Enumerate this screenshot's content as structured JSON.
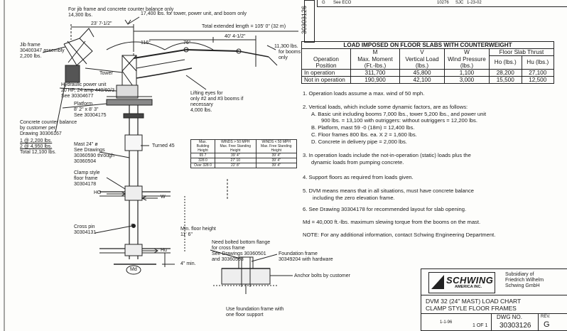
{
  "top_strip": {
    "rev": "G",
    "desc": "See ECO",
    "eco": "10276",
    "by": "SJC",
    "date": "1-23-02"
  },
  "side_number": "30303126",
  "drawing_labels": {
    "jib_balance": "For jib frame and concrete counter balance only",
    "jib_weight": "14,300 lbs.",
    "boom_weight": "17,400 lbs. for tower, power unit, and boom only",
    "dim_main": "23' 7-1/2\"",
    "extended_length": "Total extended length = 105' 0\" (32 m)",
    "dim_40": "40' 4-1/2\"",
    "dim_116": "116°",
    "dim_76": "76°",
    "jib_frame": "Jib frame",
    "jib_part": "30400347 assembly",
    "jib_lbs": "2,200 lbs.",
    "booms_weight": "11,300 lbs.",
    "booms_for": "for booms",
    "booms_only": "only",
    "tower": "Tower",
    "hydraulic": "Hydraulic power unit",
    "hydraulic_2": "20 HP, 24 amp 440/60/3",
    "hydraulic_3": "See 30304677",
    "lifting_1": "Lifting eyes for",
    "lifting_2": "only #2 and #3 booms if",
    "lifting_3": "necessary",
    "lifting_4": "4,000 lbs.",
    "platform": "Platform",
    "platform_2": "8' 2\" x 8' 3\"",
    "platform_3": "See 30304175",
    "counter_1": "Concrete counter balance",
    "counter_2": "by customer per",
    "counter_3": "Drawing 30306167",
    "counter_4": "1 @ 2,200 lbs.",
    "counter_5": "2 @ 4,950 lbs.",
    "counter_6": "Total 12,100 lbs.",
    "mast_1": "Mast 24\" ø",
    "mast_2": "See Drawings",
    "mast_3": "30360590 through",
    "mast_4": "30360504",
    "turned": "Turned 45",
    "clamp_1": "Clamp style",
    "clamp_2": "floor frame",
    "clamp_3": "30304178",
    "ho": "HO",
    "w": "W",
    "hu": "Hu",
    "md": "Md",
    "cross_1": "Cross pin",
    "cross_2": "30304131",
    "floor_h_1": "Min. floor height",
    "floor_h_2": "11' 6\"",
    "four_min": "4\" min.",
    "bolted_1": "Need bolted bottom flange",
    "bolted_2": "for cross frame",
    "bolted_3": "See Drawings 30360501",
    "bolted_4": "and 30360503",
    "found_1": "Foundation frame",
    "found_2": "30349204 with hardware",
    "anchor": "Anchor bolts by customer",
    "use_1": "Use foundation frame with",
    "use_2": "one floor support"
  },
  "wind_table": {
    "headers": [
      "Max. Building Height",
      "WINDS > 50 MPH Max. Free Standing Height",
      "WINDS < 50 MPH Max. Free Standing Height"
    ],
    "rows": [
      [
        "65 7",
        "39' 4\"",
        "39' 4\""
      ],
      [
        "328 0",
        "27' 10",
        "39' 4\""
      ],
      [
        "Over 328 0",
        "22' 8\"",
        "39' 4\""
      ]
    ]
  },
  "load_table": {
    "title": "LOAD IMPOSED ON FLOOR SLABS WITH COUNTERWEIGHT",
    "col_letters": [
      "",
      "M",
      "V",
      "W",
      "Floor Slab Thrust"
    ],
    "col_heads": [
      "Operation Position",
      "Max. Moment (Ft.-lbs.)",
      "Vertical Load (lbs.)",
      "Wind Pressure (lbs.)",
      "Ho (lbs.)",
      "Hu (lbs.)"
    ],
    "rows": [
      [
        "In operation",
        "311,700",
        "45,800",
        "1,100",
        "28,200",
        "27,100"
      ],
      [
        "Not in operation",
        "190,900",
        "42,100",
        "3,000",
        "15,500",
        "12,500"
      ]
    ]
  },
  "notes": {
    "n1": "1.  Operation loads assume a max. wind of 50 mph.",
    "n2a": "2.  Vertical loads, which include some dynamic factors, are as follows:",
    "n2b": "A. Basic unit including booms 7,000 lbs., tower 5,200 lbs., and power unit",
    "n2c": "900 lbs. = 13,100 with outriggers: without outriggers = 12,200 lbs.",
    "n2d": "B. Platform, mast 59 -0 (18m) = 12,400 lbs.",
    "n2e": "C. Floor frames 800 lbs. ea. X 2 = 1,600 lbs.",
    "n2f": "D. Concrete in delivery pipe = 2,000 lbs.",
    "n3a": "3.  In operation loads include the not-in-operation (static) loads plus the",
    "n3b": "dynamic loads from pumping concrete.",
    "n4": "4.  Support floors as required from loads given.",
    "n5a": "5.   DVM means means that in all situations, must have concrete balance",
    "n5b": "including the zero elevation frame.",
    "n6": "6.  See Drawing 30304178 for recommended layout for slab opening.",
    "md_note": "Md = 40,000 ft.-lbs. maximum slewing torque from the booms on the mast.",
    "contact": "NOTE: For any additional information, contact Schwing Engineering Department."
  },
  "title_block": {
    "logo": "SCHWING",
    "logo_sub": "AMERICA INC.",
    "sub_1": "Subsidiary of",
    "sub_2": "Friedrich Wilhelm",
    "sub_3": "Schwing GmbH",
    "title_1": "DVM 32 (24\" MAST) LOAD CHART",
    "title_2": "CLAMP STYLE FLOOR FRAMES",
    "dwg_label": "DWG NO.",
    "dwg_no": "30303126",
    "rev_label": "REV.",
    "rev": "G",
    "date": "1-1-96",
    "sheet": "1 OF 1"
  }
}
